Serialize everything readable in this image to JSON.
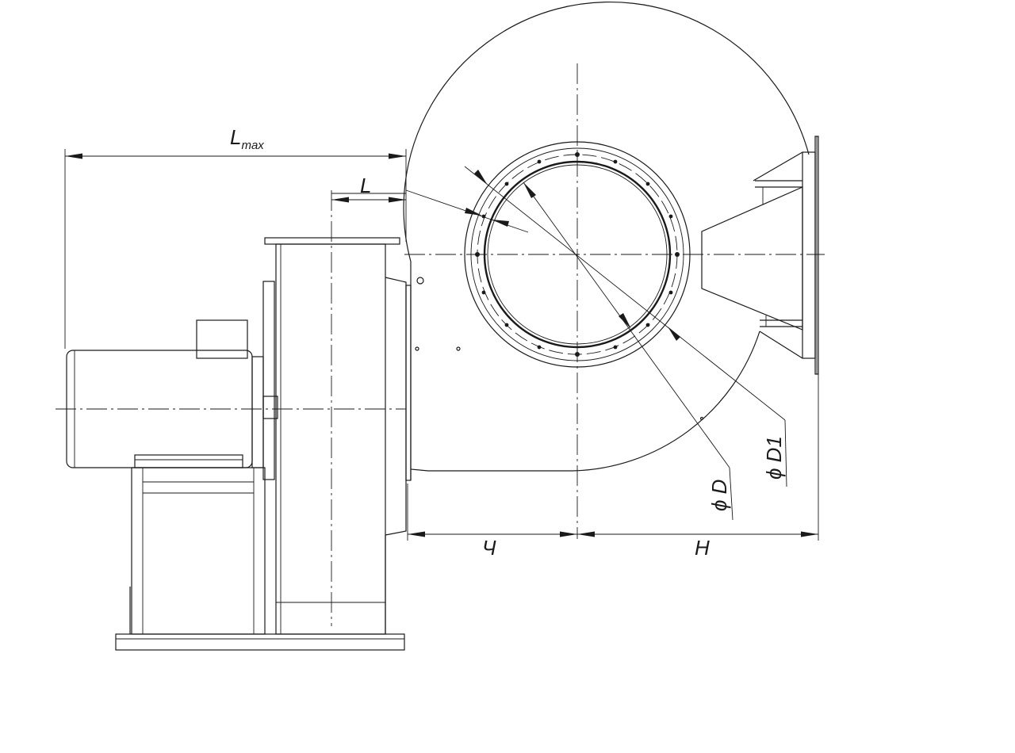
{
  "dimensions": {
    "l_max": {
      "main": "L",
      "sub": "max"
    },
    "l": "L",
    "ch": "Ч",
    "h": "H",
    "phi_d": "ϕ D",
    "phi_d1": "ϕ D1"
  }
}
